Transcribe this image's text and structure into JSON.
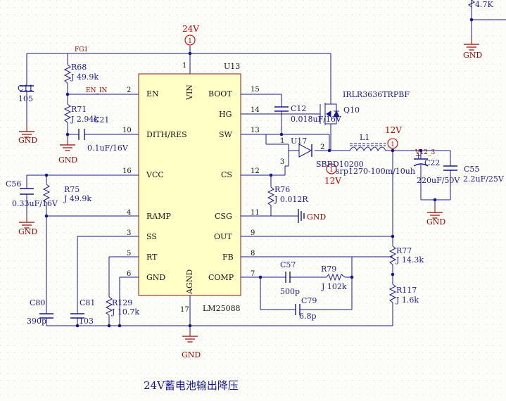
{
  "caption": "24V蓄电池输出降压",
  "ic": {
    "ref": "U13",
    "part": "LM25088",
    "pins": {
      "vin": {
        "name": "VIN",
        "num": "1"
      },
      "en": {
        "name": "EN",
        "num": "2"
      },
      "dith": {
        "name": "DITH/RES",
        "num": "10"
      },
      "vcc": {
        "name": "VCC",
        "num": "16"
      },
      "ramp": {
        "name": "RAMP",
        "num": "4"
      },
      "ss": {
        "name": "SS",
        "num": "3"
      },
      "rt": {
        "name": "RT",
        "num": "5"
      },
      "gnd": {
        "name": "GND",
        "num": "6"
      },
      "boot": {
        "name": "BOOT",
        "num": "15"
      },
      "hg": {
        "name": "HG",
        "num": "14"
      },
      "sw": {
        "name": "SW",
        "num": "13"
      },
      "cs": {
        "name": "CS",
        "num": "12"
      },
      "csg": {
        "name": "CSG",
        "num": "11"
      },
      "out": {
        "name": "OUT",
        "num": "9"
      },
      "fb": {
        "name": "FB",
        "num": "8"
      },
      "comp": {
        "name": "COMP",
        "num": "7"
      },
      "agnd": {
        "name": "AGND",
        "num": "17"
      }
    }
  },
  "nets": {
    "v24": "24V",
    "v12a": "12V",
    "v12b": "12V",
    "fg1": "FG1",
    "en_in": "EN_IN",
    "v12_3": "V12_3",
    "gnd": "GND",
    "net_marker": "1"
  },
  "components": {
    "r68": {
      "ref": "R68",
      "value": "J 49.9k"
    },
    "r71": {
      "ref": "R71",
      "value": "J 2.94k"
    },
    "c11": {
      "ref": "C11",
      "value": "105"
    },
    "c21": {
      "ref": "C21",
      "value": "0.1uF/16V"
    },
    "c56": {
      "ref": "C56",
      "value": "0.33uF/16V"
    },
    "r75": {
      "ref": "R75",
      "value": "J 49.9k"
    },
    "c80": {
      "ref": "C80",
      "value": "390p"
    },
    "c81": {
      "ref": "C81",
      "value": "103"
    },
    "r129": {
      "ref": "R129",
      "value": "J 10.7k"
    },
    "c12": {
      "ref": "C12",
      "value": "0.018uF/16V"
    },
    "q10": {
      "ref": "Q10",
      "value": "IRLR3636TRPBF"
    },
    "u17": {
      "ref": "U17",
      "value": "SBRD10200",
      "pin1": "1",
      "pin2": "2",
      "pin3": "3"
    },
    "l1": {
      "ref": "L1",
      "value": "srp1270-100m/10uh"
    },
    "c22": {
      "ref": "C22",
      "value": "220uF/50V"
    },
    "c55": {
      "ref": "C55",
      "value": "2.2uF/25V"
    },
    "r76": {
      "ref": "R76",
      "value": "J 0.012R"
    },
    "c57": {
      "ref": "C57",
      "value": "500p"
    },
    "r79": {
      "ref": "R79",
      "value": "J 102k"
    },
    "c79": {
      "ref": "C79",
      "value": "6.8p"
    },
    "r77": {
      "ref": "R77",
      "value": "J 14.3k"
    },
    "r117": {
      "ref": "R117",
      "value": "J 1.6k"
    },
    "r_top": {
      "value": "4.7K"
    }
  }
}
